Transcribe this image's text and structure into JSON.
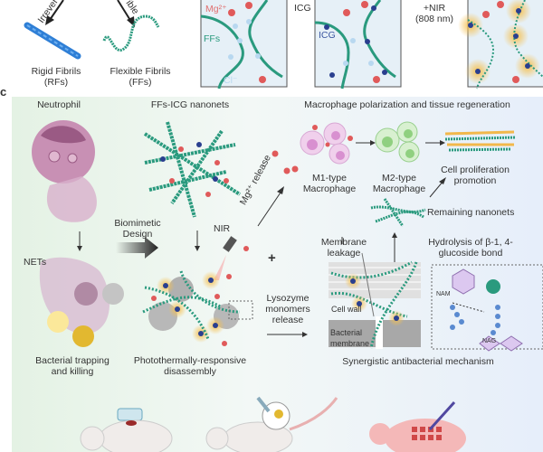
{
  "top": {
    "arrow_left_label": "Irrever",
    "arrow_right_label": "ible",
    "rigid": {
      "line1": "Rigid Fibrils",
      "line2": "(RFs)"
    },
    "flexible": {
      "line1": "Flexible Fibrils",
      "line2": "(FFs)"
    },
    "box1": {
      "mg": "Mg²⁺",
      "ffs": "FFs",
      "cl": "Cl⁻"
    },
    "icg_step": "ICG",
    "box2": {
      "icg": "ICG"
    },
    "nir_step": {
      "line1": "+NIR",
      "line2": "(808 nm)"
    }
  },
  "panel_label": "c",
  "panel": {
    "neutrophil": "Neutrophil",
    "nanonets": "FFs-ICG nanonets",
    "macro_title": "Macrophage polarization and tissue regeneration",
    "m1": {
      "line1": "M1-type",
      "line2": "Macrophage"
    },
    "m2": {
      "line1": "M2-type",
      "line2": "Macrophage"
    },
    "prolif": {
      "line1": "Cell proliferation",
      "line2": "promotion"
    },
    "remaining": "Remaining nanonets",
    "membrane_leakage": {
      "line1": "Membrane",
      "line2": "leakage"
    },
    "hydrolysis": {
      "line1": "Hydrolysis of β-1, 4-",
      "line2": "glucoside bond"
    },
    "biomimetic": {
      "line1": "Biomimetic",
      "line2": "Design"
    },
    "nir": "NIR",
    "mg_release": "Mg²⁺ release",
    "nets": "NETs",
    "plus": "+",
    "lysozyme": {
      "line1": "Lysozyme",
      "line2": "monomers",
      "line3": "release"
    },
    "cell_wall": "Cell wall",
    "bacterial_membrane": {
      "line1": "Bacterial",
      "line2": "membrane"
    },
    "nam": "NAM",
    "nag": "NAG",
    "trapping": {
      "line1": "Bacterial trapping",
      "line2": "and killing"
    },
    "photothermal": {
      "line1": "Photothermally-responsive",
      "line2": "disassembly"
    },
    "synergistic": "Synergistic antibacterial mechanism"
  },
  "colors": {
    "fibril": "#2a9a7e",
    "rf": "#2f7fd6",
    "mg": "#e05a5a",
    "icg": "#2a3f8f",
    "cl": "#b8d8f0",
    "glow": "#f5c050",
    "neutrophil": "#b07aa0",
    "pig": "#f0b0b0"
  }
}
